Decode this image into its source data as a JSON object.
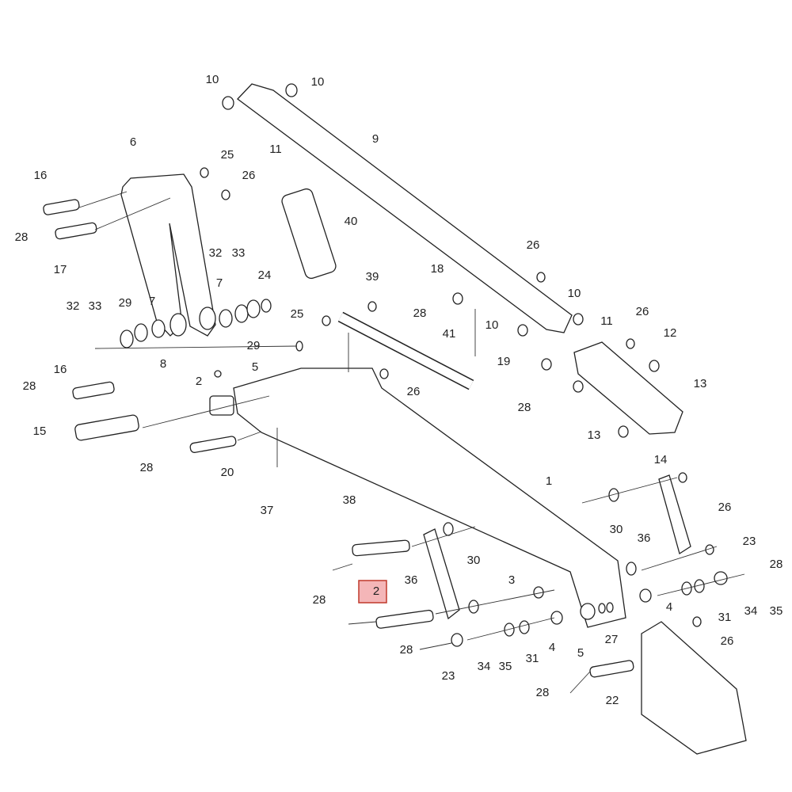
{
  "diagram": {
    "highlight_color": "#f4b6b8",
    "highlight_stroke": "#c0392b",
    "highlighted_part": "2",
    "callouts": [
      "10",
      "10",
      "11",
      "9",
      "6",
      "25",
      "26",
      "16",
      "28",
      "17",
      "40",
      "32",
      "33",
      "24",
      "26",
      "18",
      "10",
      "28",
      "39",
      "32",
      "33",
      "29",
      "7",
      "7",
      "29",
      "25",
      "8",
      "5",
      "11",
      "10",
      "26",
      "12",
      "41",
      "19",
      "16",
      "2",
      "26",
      "28",
      "28",
      "13",
      "13",
      "15",
      "28",
      "20",
      "14",
      "1",
      "37",
      "38",
      "26",
      "30",
      "36",
      "23",
      "28",
      "36",
      "30",
      "3",
      "28",
      "4",
      "31",
      "34",
      "35",
      "27",
      "5",
      "26",
      "28",
      "34",
      "35",
      "31",
      "4",
      "23",
      "28",
      "22"
    ]
  }
}
